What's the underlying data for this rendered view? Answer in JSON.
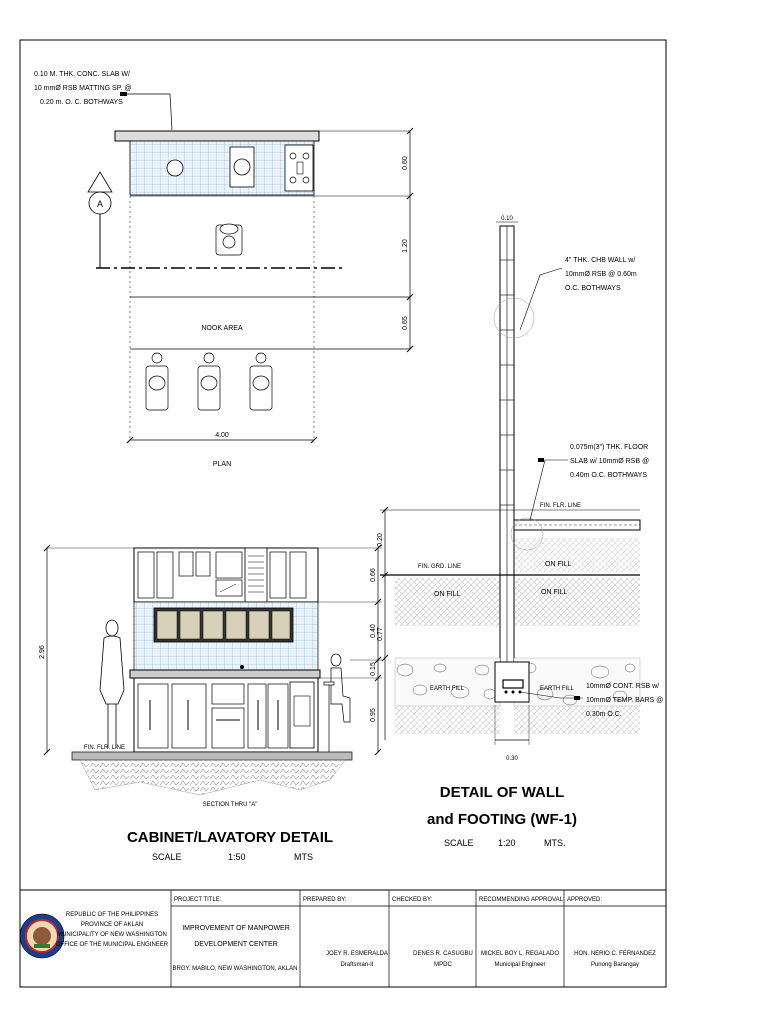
{
  "plan": {
    "slab_note": [
      "0.10 M. THK. CONC. SLAB W/",
      "10 mmØ RSB MATTING SP. @",
      "0.20 m. O. C. BOTHWAYS"
    ],
    "section_marker": "A",
    "nook_label": "NOOK AREA",
    "width_dim": "4.00",
    "title": "PLAN",
    "dims": [
      "0.60",
      "1.20",
      "0.65"
    ]
  },
  "section": {
    "title": "SECTION THRU \"A\"",
    "fin_flr": "FIN. FLR. LINE",
    "total_dim": "2.96",
    "dims": [
      "0.66",
      "0.40",
      "0.15",
      "0.95"
    ],
    "detail_title": "CABINET/LAVATORY DETAIL",
    "scale_label": "SCALE",
    "scale_value": "1:50",
    "units": "MTS"
  },
  "wall": {
    "top_dim": "0.10",
    "chb_note": [
      "4\" THK. CHB WALL w/",
      "10mmØ RSB @ 0.60m",
      "O.C. BOTHWAYS"
    ],
    "floor_note": [
      "0.075m(3\") THK. FLOOR",
      "SLAB w/ 10mmØ RSB @",
      "0.40m O.C. BOTHWAYS"
    ],
    "fin_flr": "FIN. FLR. LINE",
    "fin_grd": "FIN. GRD. LINE",
    "fill_labels": [
      "ON FILL",
      "ON FILL",
      "ON FILL"
    ],
    "earth_fill": [
      "EARTH FILL",
      "EARTH FILL"
    ],
    "bars_note": [
      "10mmØ CONT. RSB w/",
      "10mmØ TEMP. BARS @",
      "0.30m O.C."
    ],
    "dims": [
      "0.20",
      "0.77"
    ],
    "footing_width": "0.30",
    "title_line1": "DETAIL OF WALL",
    "title_line2": "and FOOTING (WF-1)",
    "scale_label": "SCALE",
    "scale_value": "1:20",
    "units": "MTS."
  },
  "titleblock": {
    "office": [
      "REPUBLIC OF THE PHILIPPINES",
      "PROVINCE OF AKLAN",
      "MUNICIPALITY OF NEW WASHINGTON",
      "OFFICE OF THE MUNICIPAL ENGINEER"
    ],
    "project_title_label": "PROJECT TITLE:",
    "project_title": [
      "IMPROVEMENT OF MANPOWER",
      "DEVELOPMENT CENTER"
    ],
    "project_location": "BRGY. MABILO, NEW WASHINGTON, AKLAN",
    "prepared_label": "PREPARED BY:",
    "prepared_name": "JOEY R. ESMERALDA",
    "prepared_role": "Draftsman-II",
    "checked_label": "CHECKED BY:",
    "checked_name": "DENES R. CASUGBU",
    "checked_role": "MPDC",
    "recommending_label": "RECOMMENDING APPROVAL:",
    "recommending_name": "MICKEL BOY L. REGALADO",
    "recommending_role": "Municipal Engineer",
    "approved_label": "APPROVED:",
    "approved_name": "HON. NERIO C. FERNANDEZ",
    "approved_role": "Punong Barangay"
  }
}
